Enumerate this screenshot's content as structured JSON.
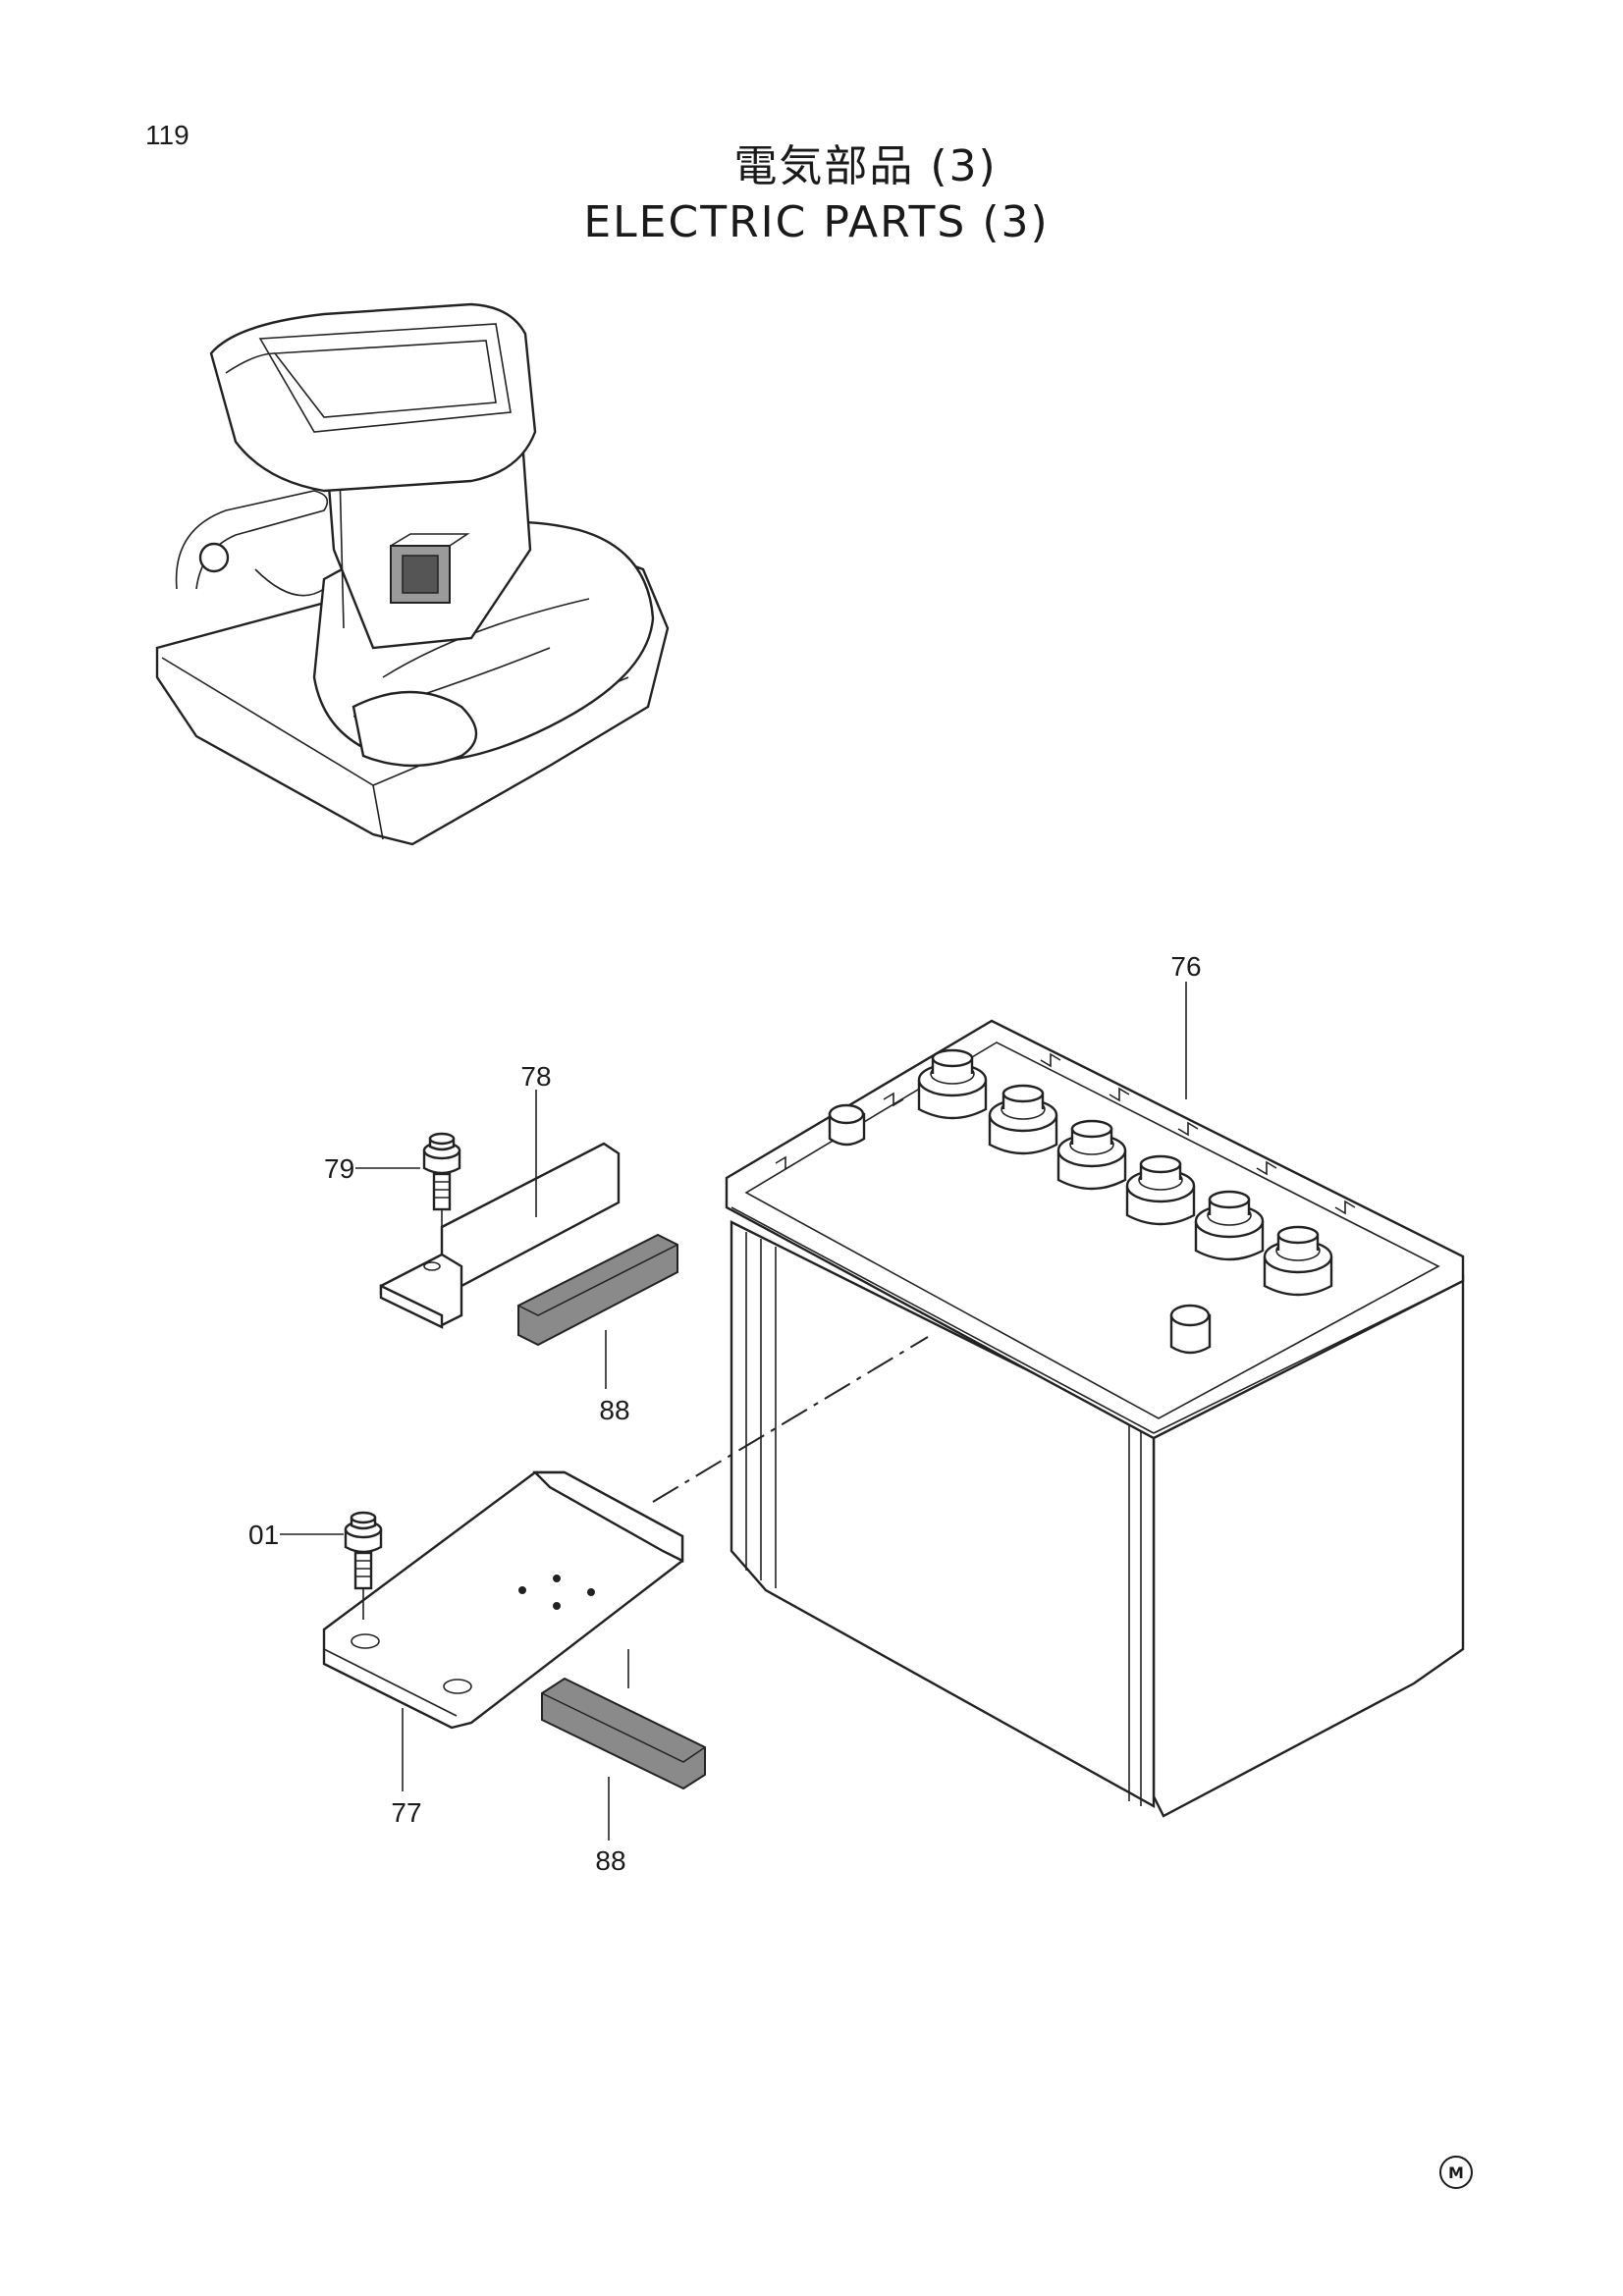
{
  "page": {
    "number": "119"
  },
  "title": {
    "japanese": "電気部品 (3)",
    "english": "ELECTRIC PARTS (3)"
  },
  "callouts": [
    {
      "id": "76",
      "part": "battery"
    },
    {
      "id": "78",
      "part": "battery-clamp-bracket"
    },
    {
      "id": "79",
      "part": "bolt"
    },
    {
      "id": "88",
      "part": "rubber-pad"
    },
    {
      "id": "01",
      "part": "bolt"
    },
    {
      "id": "77",
      "part": "battery-base-plate"
    },
    {
      "id": "88",
      "part": "rubber-pad"
    }
  ],
  "footer": {
    "mark": "M"
  },
  "icons": [
    "operator-seat-console-icon",
    "battery-icon",
    "bolt-icon"
  ]
}
